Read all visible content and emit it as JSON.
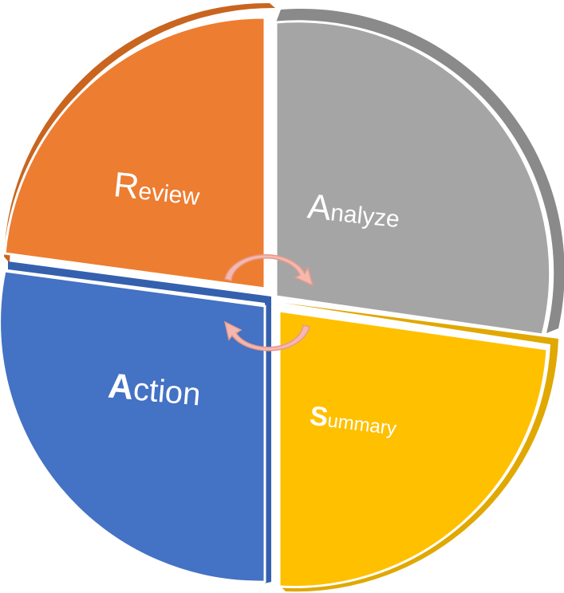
{
  "segments": [
    {
      "id": "review",
      "initial": "R",
      "rest": "eview",
      "color": "#ED7D31",
      "edge": "#C9651F"
    },
    {
      "id": "analyze",
      "initial": "A",
      "rest": "nalyze",
      "color": "#A5A5A5",
      "edge": "#8A8A8A"
    },
    {
      "id": "summary",
      "initial": "S",
      "rest": "ummary",
      "color": "#FFC000",
      "edge": "#E0A800"
    },
    {
      "id": "action",
      "initial": "A",
      "rest": "ction",
      "color": "#4472C4",
      "edge": "#3560AE"
    }
  ],
  "cycle_arrows": {
    "icon": "cycle-arrows-icon",
    "color": "#F4B8AE",
    "stroke": "#E59A8D"
  }
}
